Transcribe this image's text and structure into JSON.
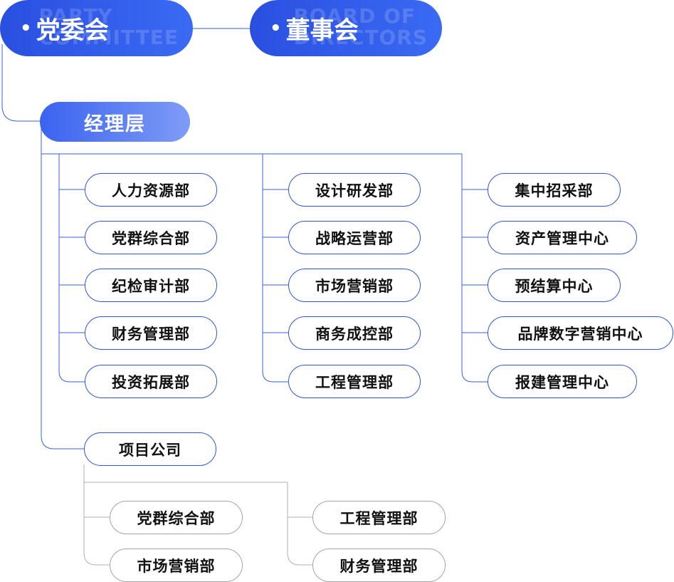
{
  "top_left": {
    "cn": "党委会",
    "en_line1": "PARTY",
    "en_line2": "COMMITTEE"
  },
  "top_right": {
    "cn": "董事会",
    "en_line1": "BOARD OF",
    "en_line2": "DIRECTORS"
  },
  "manager": "经理层",
  "col1": [
    "人力资源部",
    "党群综合部",
    "纪检审计部",
    "财务管理部",
    "投资拓展部"
  ],
  "col2": [
    "设计研发部",
    "战略运营部",
    "市场营销部",
    "商务成控部",
    "工程管理部"
  ],
  "col3": [
    "集中招采部",
    "资产管理中心",
    "预结算中心",
    "品牌数字营销中心",
    "报建管理中心"
  ],
  "project": "项目公司",
  "project_left": [
    "党群综合部",
    "市场营销部"
  ],
  "project_right": [
    "工程管理部",
    "财务管理部"
  ],
  "colors": {
    "accent": "#2e56dc",
    "line": "#3a5fe5",
    "gray_line": "#b0b0b0"
  }
}
